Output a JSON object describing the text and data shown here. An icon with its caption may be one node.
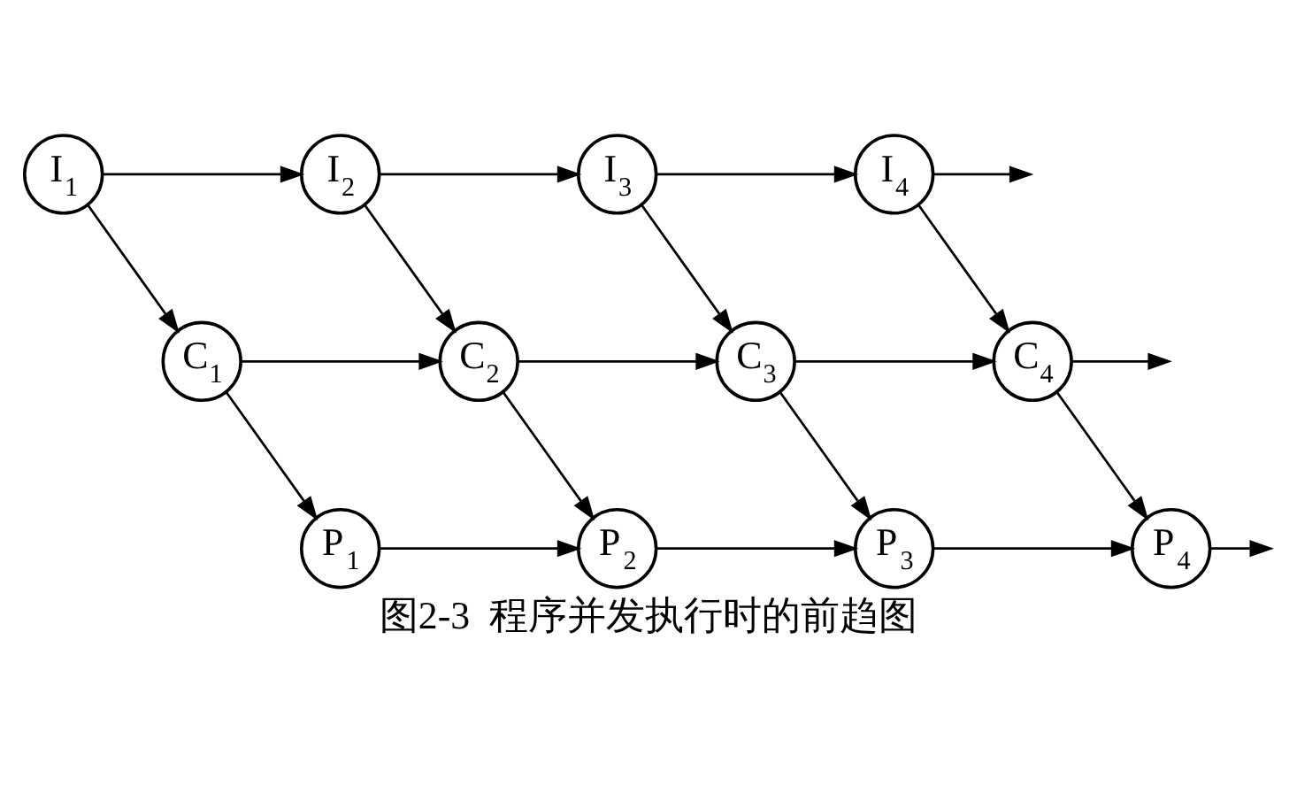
{
  "diagram": {
    "caption": "图2-3  程序并发执行时的前趋图",
    "nodes": [
      {
        "text": [
          "I$_{1}$"
        ]
      },
      {
        "text": [
          "I$_{2}$"
        ]
      },
      {
        "text": [
          "I$_{3}$"
        ]
      },
      {
        "text": [
          "I$_{4}$"
        ]
      },
      {
        "text": [
          "C$_{1}$"
        ]
      },
      {
        "text": [
          "C$_{2}$"
        ]
      },
      {
        "text": [
          "C$_{3}$"
        ]
      },
      {
        "text": [
          "C$_{4}$"
        ]
      },
      {
        "text": [
          "P$_{1}$"
        ]
      },
      {
        "text": [
          "P$_{2}$"
        ]
      },
      {
        "text": [
          "P$_{3}$"
        ]
      },
      {
        "text": [
          "P$_{4}$"
        ]
      }
    ],
    "edges": [
      {
        "from": 0,
        "to": 1,
        "arrow": "to"
      },
      {
        "from": 1,
        "to": 2,
        "arrow": "to"
      },
      {
        "from": 2,
        "to": 3,
        "arrow": "to"
      },
      {
        "from": 3,
        "to": null,
        "arrow": "to"
      },
      {
        "from": 0,
        "to": 4,
        "arrow": "to"
      },
      {
        "from": 1,
        "to": 5,
        "arrow": "to"
      },
      {
        "from": 2,
        "to": 6,
        "arrow": "to"
      },
      {
        "from": 3,
        "to": 7,
        "arrow": "to"
      },
      {
        "from": 4,
        "to": 5,
        "arrow": "to"
      },
      {
        "from": 5,
        "to": 6,
        "arrow": "to"
      },
      {
        "from": 6,
        "to": 7,
        "arrow": "to"
      },
      {
        "from": 7,
        "to": null,
        "arrow": "to"
      },
      {
        "from": 4,
        "to": 8,
        "arrow": "to"
      },
      {
        "from": 5,
        "to": 9,
        "arrow": "to"
      },
      {
        "from": 6,
        "to": 10,
        "arrow": "to"
      },
      {
        "from": 7,
        "to": 11,
        "arrow": "to"
      },
      {
        "from": 8,
        "to": 9,
        "arrow": "to"
      },
      {
        "from": 9,
        "to": 10,
        "arrow": "to"
      },
      {
        "from": 10,
        "to": 11,
        "arrow": "to"
      },
      {
        "from": 11,
        "to": null,
        "arrow": "to"
      }
    ]
  }
}
